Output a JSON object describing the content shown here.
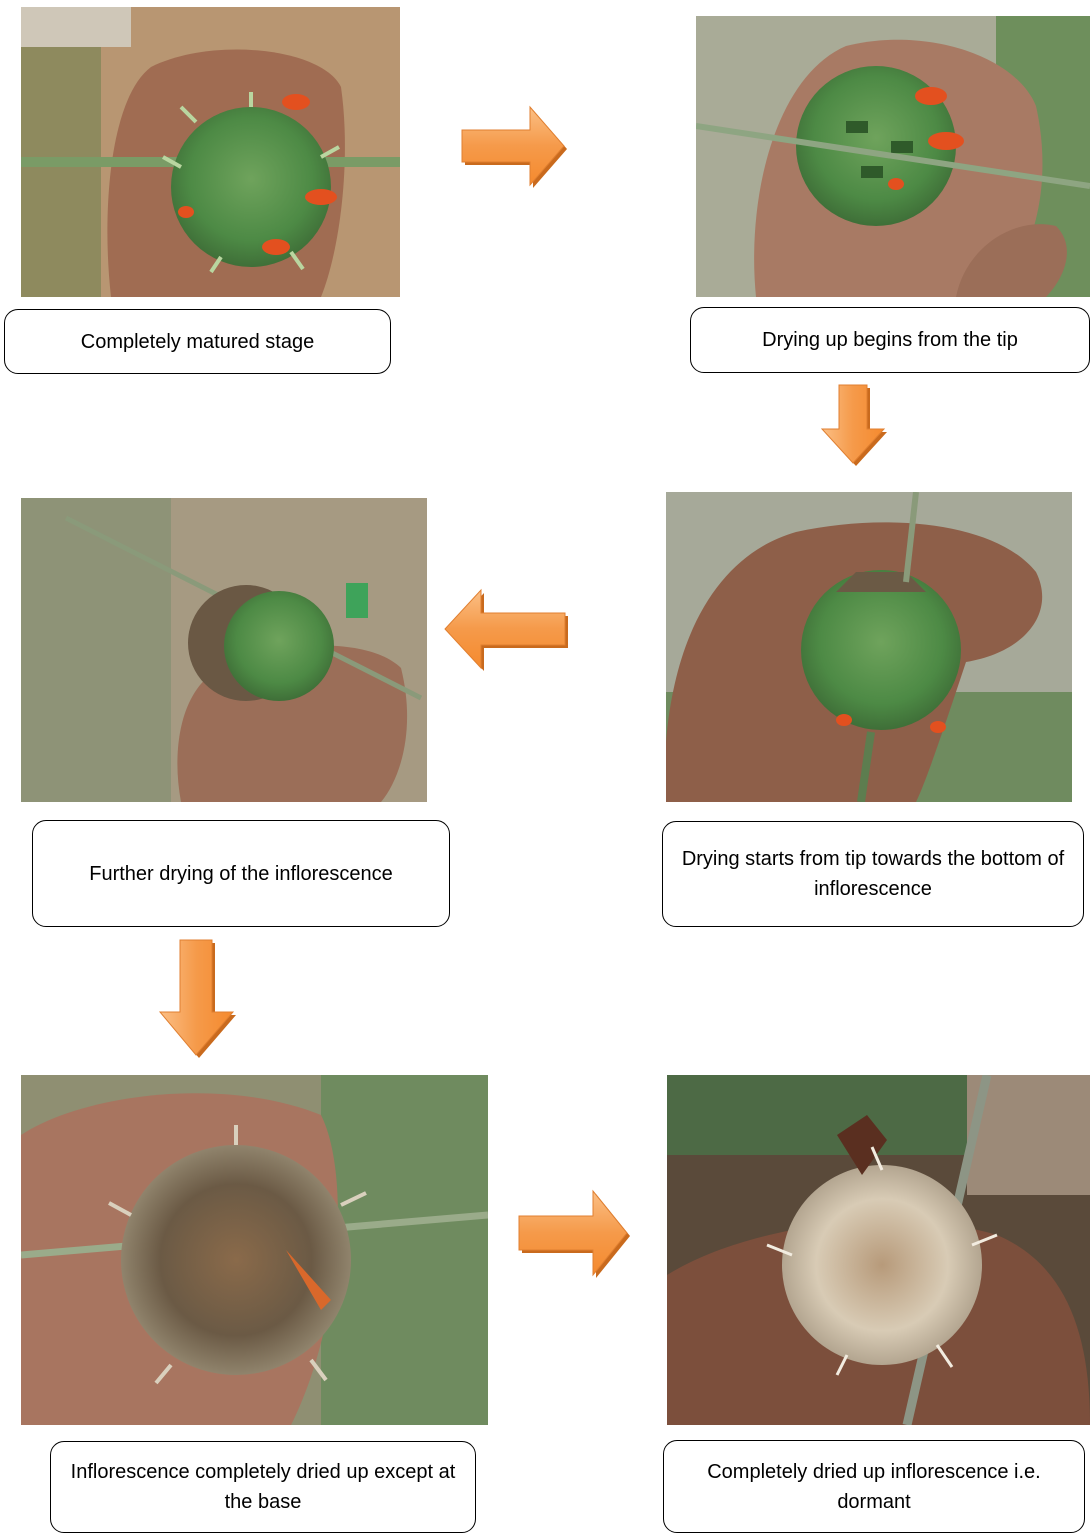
{
  "figure": {
    "stages": [
      {
        "id": "stage-1",
        "photo": "photo-hand-green-spiny-inflorescence-orange-flowers",
        "caption": "Completely matured stage"
      },
      {
        "id": "stage-2",
        "photo": "photo-hand-green-spiny-inflorescence-tip-drying",
        "caption": "Drying up begins from the tip"
      },
      {
        "id": "stage-3",
        "photo": "photo-hand-inflorescence-drying-tip-to-bottom",
        "caption": "Drying starts from tip towards the bottom of inflorescence"
      },
      {
        "id": "stage-4",
        "photo": "photo-hand-inflorescence-half-dried",
        "caption": "Further drying of the inflorescence"
      },
      {
        "id": "stage-5",
        "photo": "photo-hand-inflorescence-mostly-dried",
        "caption": "Inflorescence completely dried up except at the base"
      },
      {
        "id": "stage-6",
        "photo": "photo-hand-inflorescence-fully-dried-dormant",
        "caption": "Completely dried up inflorescence i.e. dormant"
      }
    ],
    "arrow_color": "#f59a4a",
    "arrow_shadow": "#c96a1d"
  }
}
